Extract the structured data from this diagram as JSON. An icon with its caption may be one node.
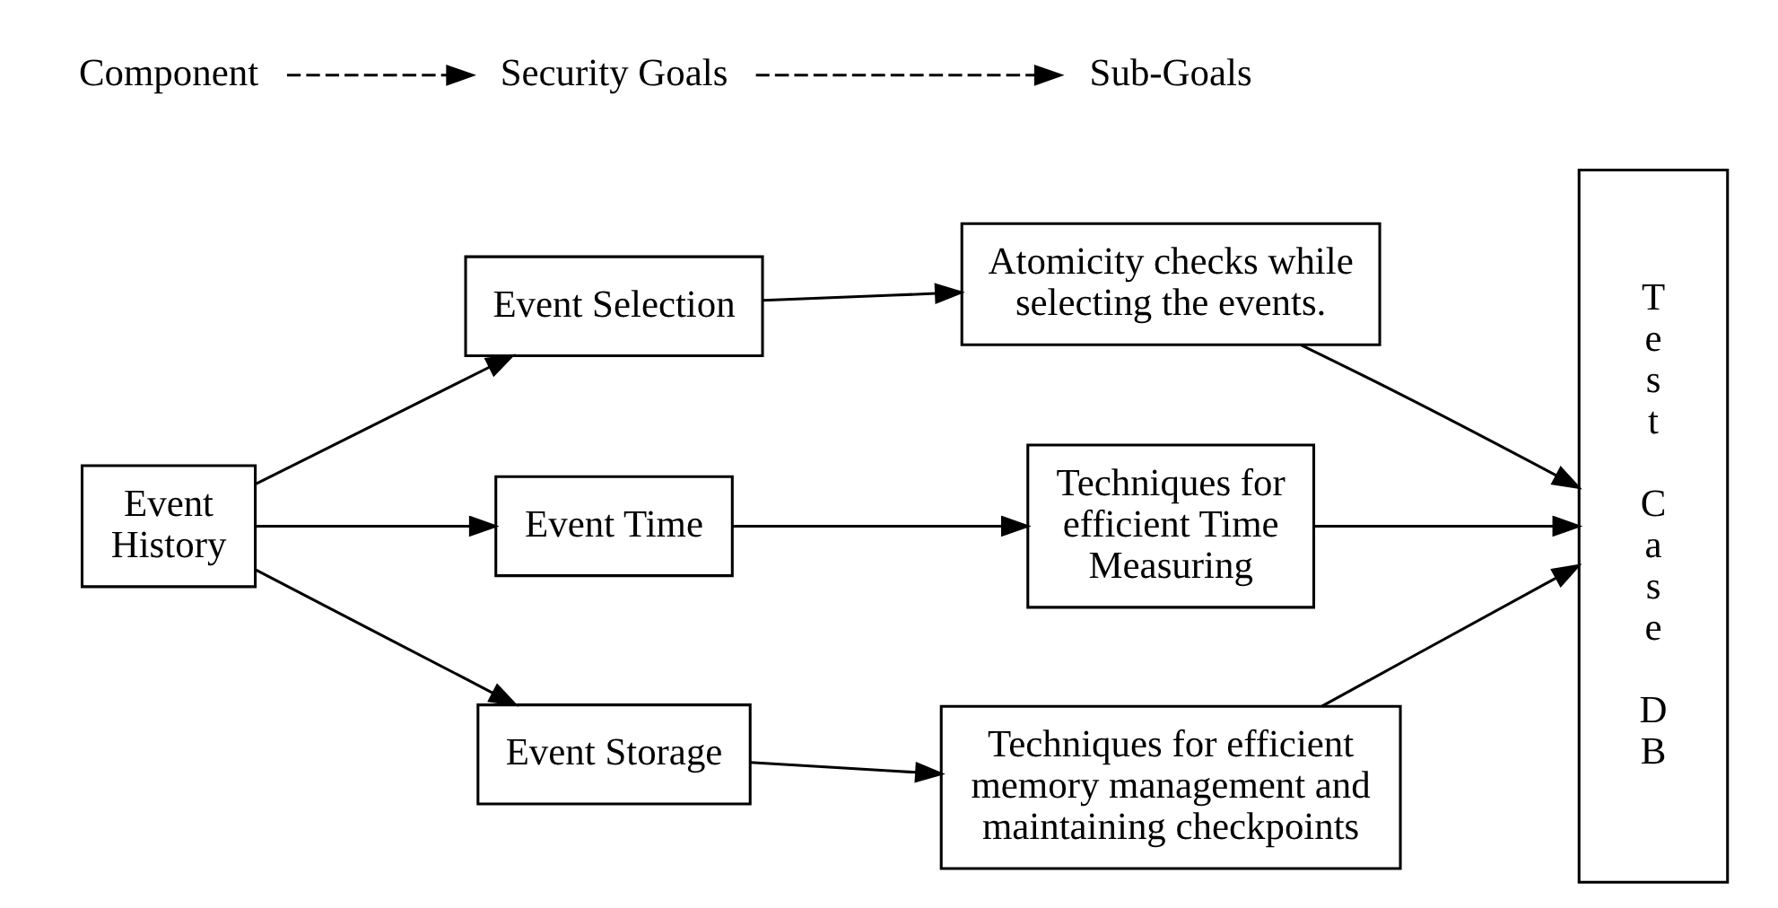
{
  "diagram": {
    "nodes": [
      {
        "text": [
          "Event History"
        ]
      },
      {
        "text": [
          "Event Selection"
        ]
      },
      {
        "text": [
          "Event Time"
        ]
      },
      {
        "text": [
          "Event Storage"
        ]
      },
      {
        "text": [
          "Atomicity checks while selecting the events."
        ]
      },
      {
        "text": [
          "Techniques for efficient Time Measuring"
        ]
      },
      {
        "text": [
          "Techniques for efficient memory management and maintaining checkpoints"
        ]
      },
      {
        "text": [
          "Test Case DB"
        ]
      },
      {
        "text": [
          "Component"
        ]
      },
      {
        "text": [
          "Security Goals"
        ]
      },
      {
        "text": [
          "Sub-Goals"
        ]
      }
    ],
    "edges": [
      {
        "from": 0,
        "to": 1,
        "arrow": "to"
      },
      {
        "from": 0,
        "to": 2,
        "arrow": "to"
      },
      {
        "from": 0,
        "to": 3,
        "arrow": "to"
      },
      {
        "from": 1,
        "to": 4,
        "arrow": "to"
      },
      {
        "from": 2,
        "to": 5,
        "arrow": "to"
      },
      {
        "from": 3,
        "to": 6,
        "arrow": "to"
      },
      {
        "from": 4,
        "to": 7,
        "arrow": "to"
      },
      {
        "from": 5,
        "to": 7,
        "arrow": "to"
      },
      {
        "from": 6,
        "to": 7,
        "arrow": "to"
      },
      {
        "from": 8,
        "to": 9,
        "arrow": "to",
        "style": "dashed"
      },
      {
        "from": 9,
        "to": 10,
        "arrow": "to",
        "style": "dashed"
      }
    ]
  }
}
